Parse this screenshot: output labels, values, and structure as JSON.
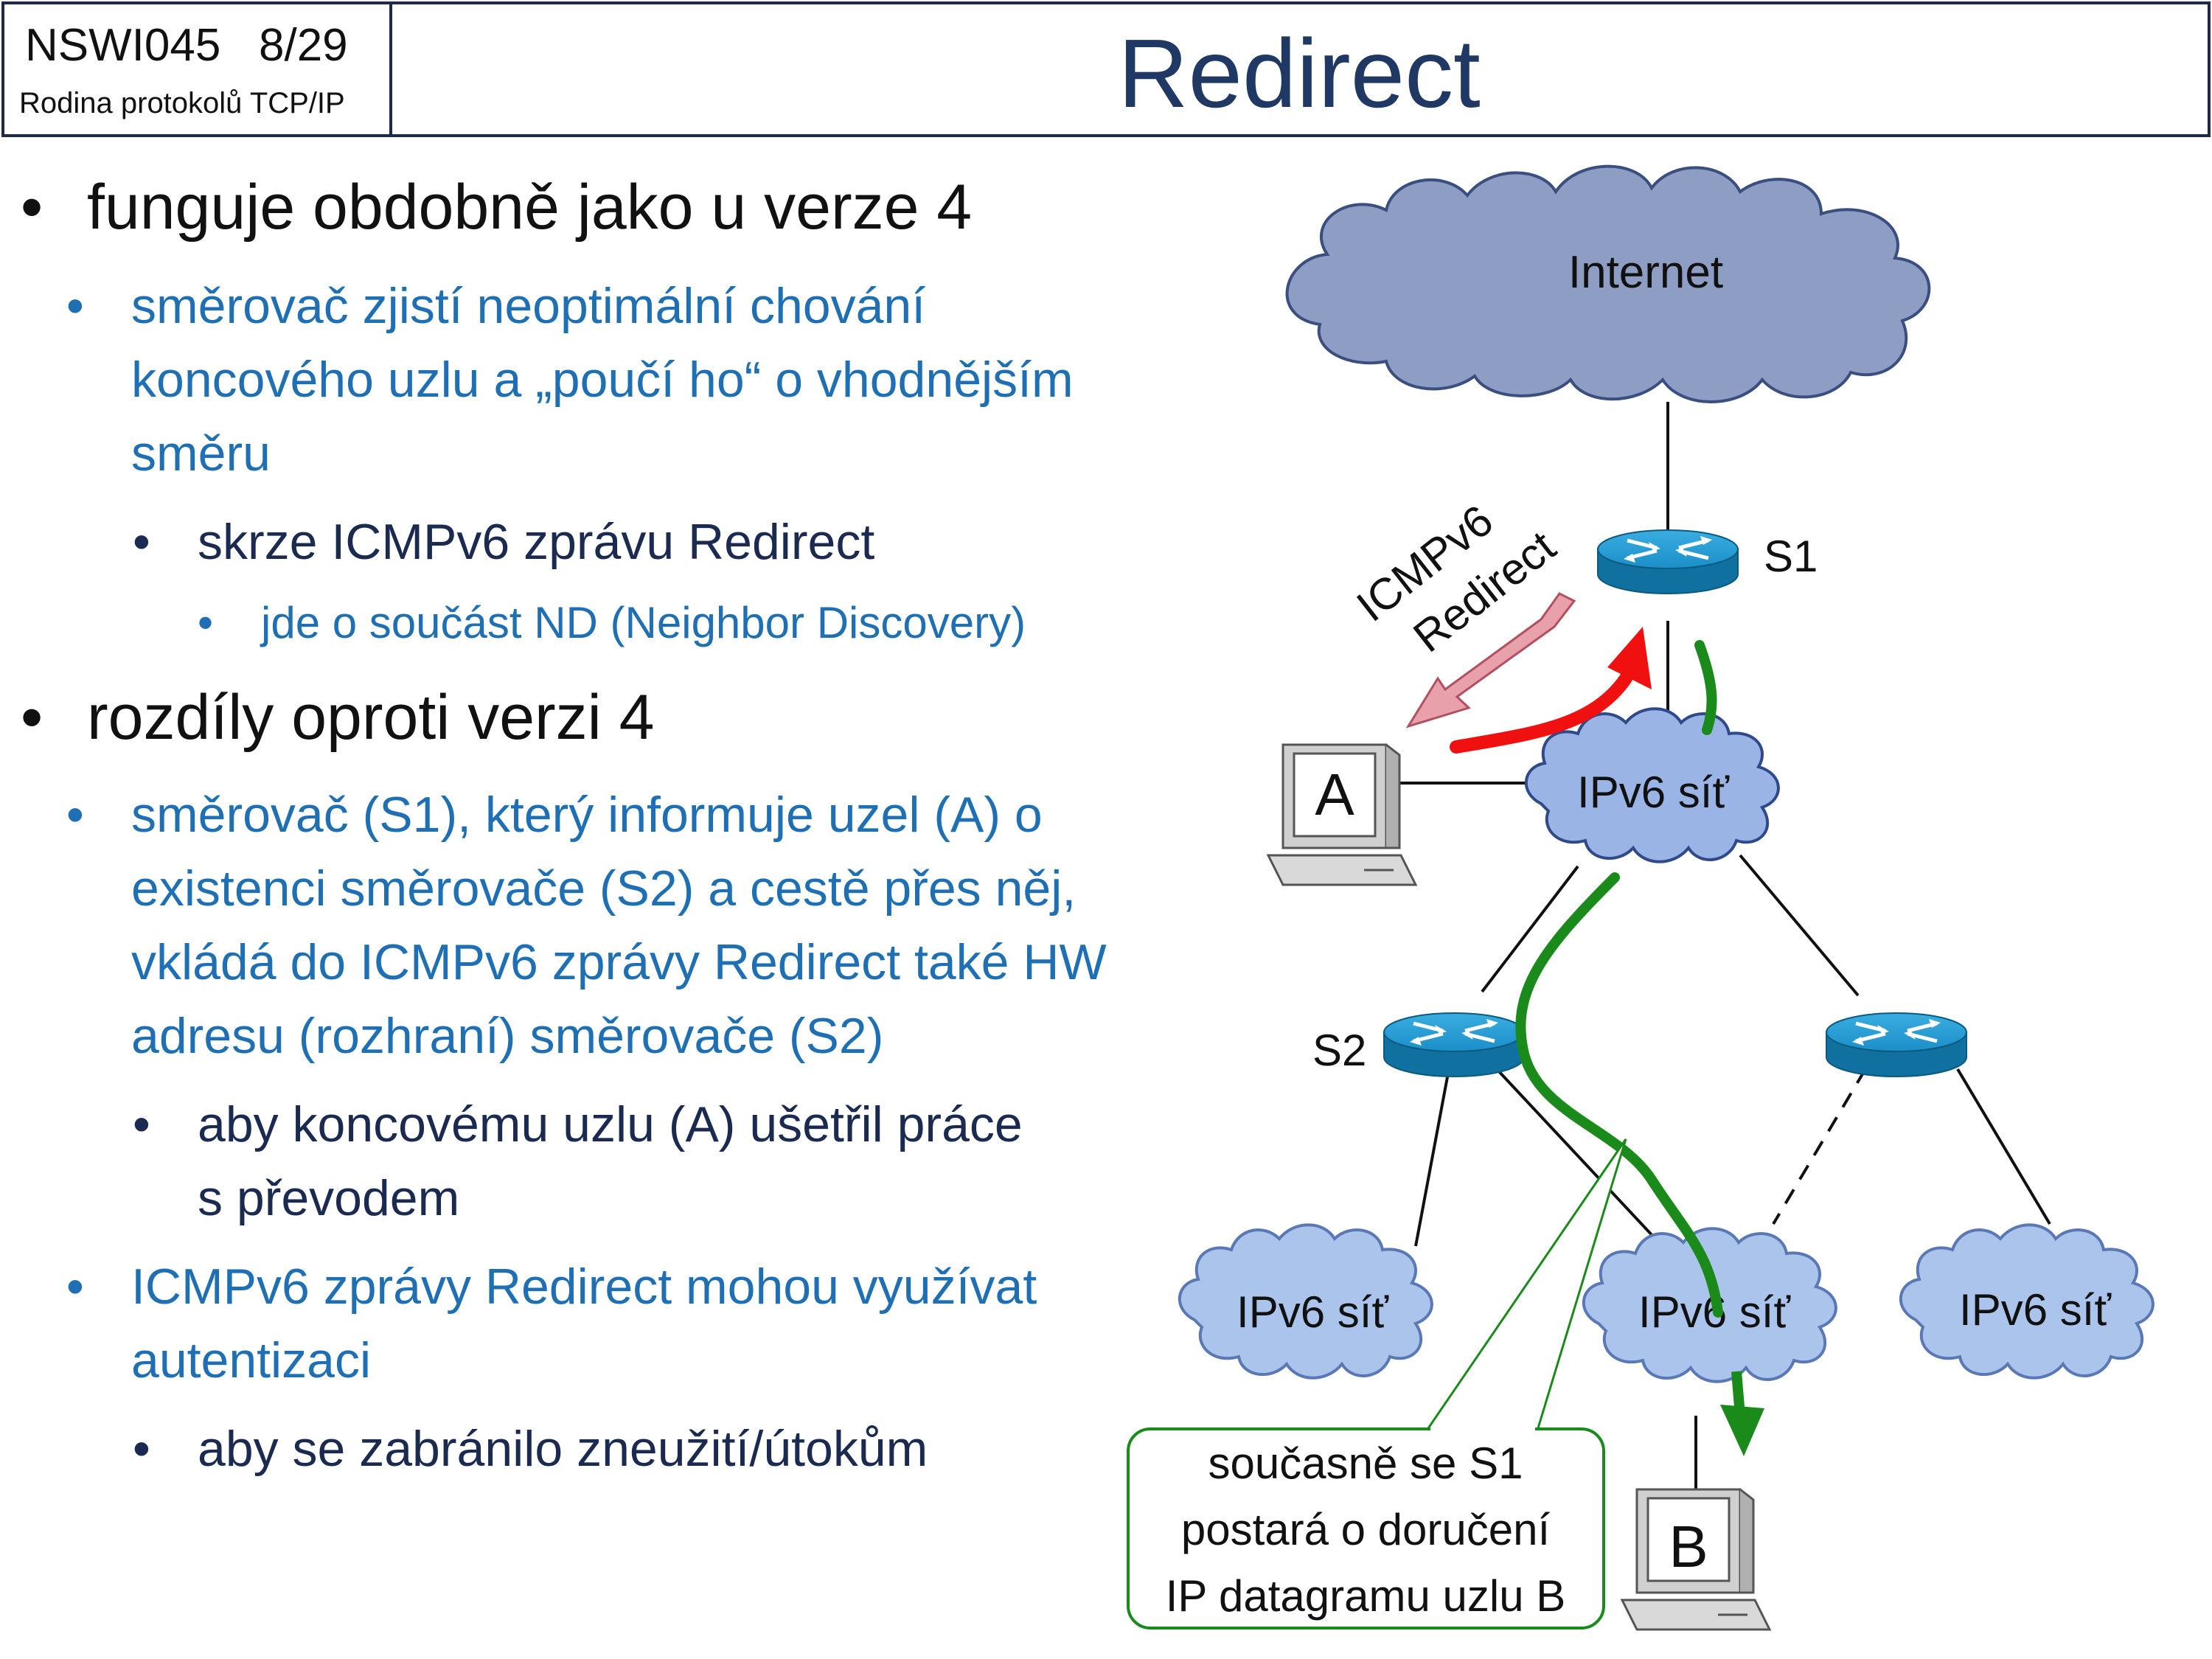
{
  "header": {
    "course_code": "NSWI045   8/29",
    "course_name": "Rodina protokolů TCP/IP",
    "title": "Redirect"
  },
  "bullets": [
    {
      "level": 1,
      "text": "funguje obdobně jako u verze 4"
    },
    {
      "level": 2,
      "text": "směrovač zjistí neoptimální chování"
    },
    {
      "level": 2,
      "text": "koncového uzlu a „poučí ho“ o vhodnějším"
    },
    {
      "level": 2,
      "text": "směru"
    },
    {
      "level": 3,
      "text": "skrze ICMPv6 zprávu Redirect"
    },
    {
      "level": 4,
      "text": "jde o součást ND (Neighbor Discovery)"
    },
    {
      "level": 1,
      "text": "rozdíly oproti verzi 4"
    },
    {
      "level": 2,
      "text": "směrovač (S1), který informuje uzel (A) o"
    },
    {
      "level": 2,
      "text": "existenci směrovače (S2) a cestě přes něj,"
    },
    {
      "level": 2,
      "text": "vkládá do ICMPv6 zprávy Redirect také HW"
    },
    {
      "level": 2,
      "text": "adresu (rozhraní) směrovače (S2)"
    },
    {
      "level": 3,
      "text": "aby koncovému uzlu (A) ušetřil práce"
    },
    {
      "level": 3,
      "text": "s převodem"
    },
    {
      "level": 2,
      "text": "ICMPv6 zprávy Redirect mohou využívat"
    },
    {
      "level": 2,
      "text": "autentizaci"
    },
    {
      "level": 3,
      "text": "aby se zabránilo zneužití/útokům"
    }
  ],
  "diagram": {
    "internet_label": "Internet",
    "net_label": "IPv6 síť",
    "router_s1": "S1",
    "router_s2": "S2",
    "host_a": "A",
    "host_b": "B",
    "redirect_line1": "ICMPv6",
    "redirect_line2": "Redirect",
    "note_lines": [
      "současně se S1",
      "postará o doručení",
      "IP datagramu uzlu B"
    ]
  },
  "colors": {
    "title": "#1f3864",
    "blue_text": "#1f6fb4",
    "dark_text": "#1a2a50",
    "internet_cloud": "#8d9dc4",
    "net_cloud": "#9ab4e6",
    "router": "#1b8ec9",
    "green_path": "#1a8a1a",
    "red_arrow": "#f01010",
    "pink_arrow": "#e8a0aa"
  }
}
